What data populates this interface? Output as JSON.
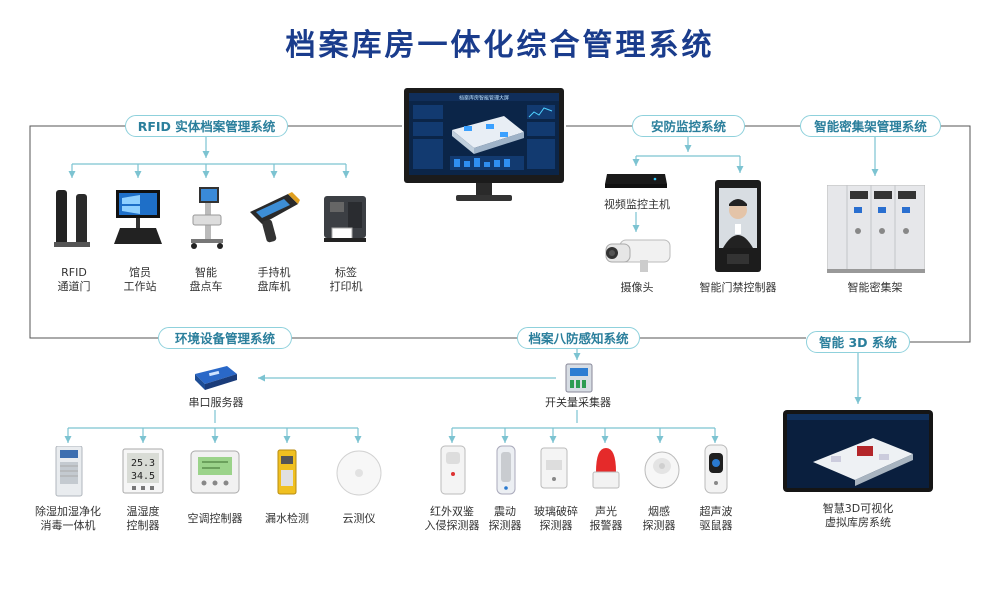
{
  "title": "档案库房一体化综合管理系统",
  "modules": {
    "rfid": "RFID 实体档案管理系统",
    "security": "安防监控系统",
    "shelf": "智能密集架管理系统",
    "env": "环境设备管理系统",
    "sensing": "档案八防感知系统",
    "threed": "智能 3D 系统"
  },
  "rfid_devices": [
    {
      "label": "RFID\n通道门",
      "icon": "rfid-gate"
    },
    {
      "label": "馆员\n工作站",
      "icon": "workstation"
    },
    {
      "label": "智能\n盘点车",
      "icon": "inventory-cart"
    },
    {
      "label": "手持机\n盘库机",
      "icon": "handheld-scanner"
    },
    {
      "label": "标签\n打印机",
      "icon": "label-printer"
    }
  ],
  "security_devices": {
    "host": "视频监控主机",
    "camera": "摄像头",
    "access": "智能门禁控制器"
  },
  "shelf_device": "智能密集架",
  "serial": "串口服务器",
  "collector": "开关量采集器",
  "env_devices": [
    {
      "label": "除湿加湿净化\n消毒一体机",
      "icon": "purifier"
    },
    {
      "label": "温湿度\n控制器",
      "icon": "thermo-hygro"
    },
    {
      "label": "空调控制器",
      "icon": "ac-controller"
    },
    {
      "label": "漏水检测",
      "icon": "water-leak"
    },
    {
      "label": "云测仪",
      "icon": "cloud-sensor"
    }
  ],
  "sensing_devices": [
    {
      "label": "红外双鉴\n入侵探测器",
      "icon": "infrared-detector"
    },
    {
      "label": "震动\n探测器",
      "icon": "vibration-detector"
    },
    {
      "label": "玻璃破碎\n探测器",
      "icon": "glass-break-detector"
    },
    {
      "label": "声光\n报警器",
      "icon": "alarm-light"
    },
    {
      "label": "烟感\n探测器",
      "icon": "smoke-detector"
    },
    {
      "label": "超声波\n驱鼠器",
      "icon": "ultrasonic-repeller"
    }
  ],
  "threed_device": "智慧3D可视化\n虚拟库房系统",
  "monitor_header": "档案库房智能管理大屏",
  "thermo_readings": [
    "25.3",
    "34.5"
  ],
  "colors": {
    "title": "#1a3c8c",
    "line": "#7cc3d1",
    "pill_border": "#8fd1dc",
    "pill_text": "#2b7f9c",
    "frame": "#555555"
  }
}
